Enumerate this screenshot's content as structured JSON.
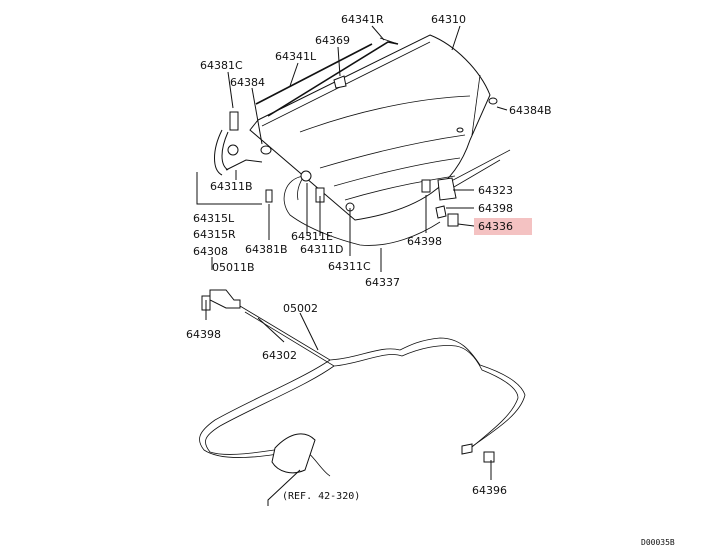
{
  "diagram": {
    "labels": {
      "p64341R": "64341R",
      "p64310": "64310",
      "p64369": "64369",
      "p64341L": "64341L",
      "p64381C": "64381C",
      "p64384": "64384",
      "p64384B": "64384B",
      "p64311B": "64311B",
      "p64323": "64323",
      "p64398a": "64398",
      "p64336": "64336",
      "p64315L": "64315L",
      "p64315R": "64315R",
      "p64308": "64308",
      "p64381B": "64381B",
      "p64311E": "64311E",
      "p64311D": "64311D",
      "p64398b": "64398",
      "p05011B": "05011B",
      "p64311C": "64311C",
      "p64337": "64337",
      "p05002": "05002",
      "p64398c": "64398",
      "p64302": "64302",
      "ref": "(REF. 42-320)",
      "p64396": "64396",
      "code": "D00035B"
    },
    "highlight_color": "#f4c2c2"
  }
}
